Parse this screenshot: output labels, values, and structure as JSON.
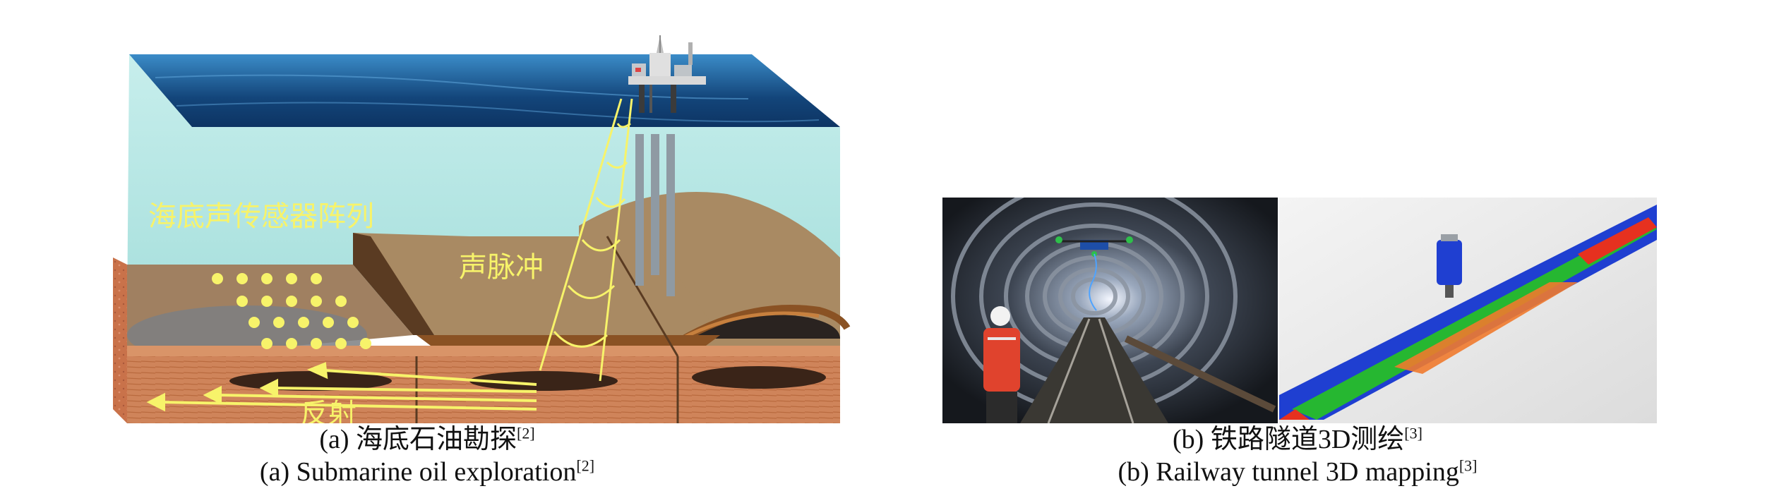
{
  "panel_a": {
    "label_sensor_array": "海底声传感器阵列",
    "label_pulse": "声脉冲",
    "label_reflection": "反射",
    "caption_zh": "(a) 海底石油勘探",
    "caption_zh_ref": "[2]",
    "caption_en": "(a) Submarine oil exploration",
    "caption_en_ref": "[2]"
  },
  "panel_b": {
    "caption_zh": "(b) 铁路隧道3D测绘",
    "caption_zh_ref": "[3]",
    "caption_en": "(b) Railway tunnel 3D mapping",
    "caption_en_ref": "[3]"
  },
  "colors": {
    "sea_surface": "#1f5b8f",
    "water": "#b4e6e4",
    "seabed": "#a88963",
    "rock": "#b86a3f",
    "annotation": "#f7f36a"
  }
}
